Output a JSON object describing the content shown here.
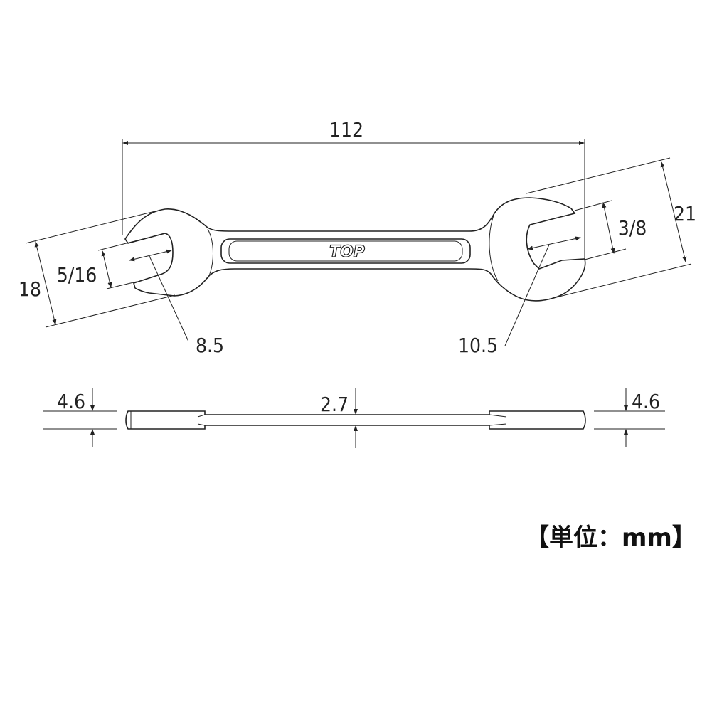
{
  "top_view": {
    "length": "112",
    "left_head_width": "18",
    "left_opening_inch": "5/16",
    "left_opening_mm": "8.5",
    "right_head_width": "21",
    "right_opening_inch": "3/8",
    "right_opening_mm": "10.5",
    "logo": "TOP"
  },
  "side_view": {
    "left_thickness": "4.6",
    "shaft_thickness": "2.7",
    "right_thickness": "4.6"
  },
  "unit_label": "【単位：mm】"
}
